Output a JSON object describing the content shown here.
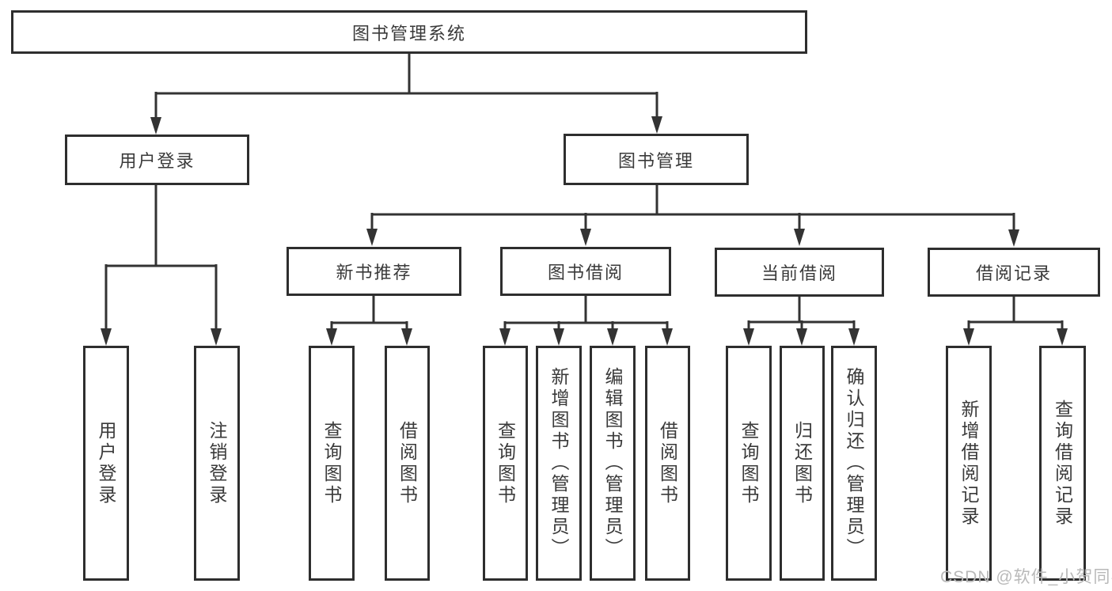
{
  "title": "图书管理系统",
  "watermark": "CSDN @软件_小贺同学",
  "tree": {
    "label": "图书管理系统",
    "children": [
      {
        "label": "用户登录",
        "children": [
          {
            "label": "用户登录"
          },
          {
            "label": "注销登录"
          }
        ]
      },
      {
        "label": "图书管理",
        "children": [
          {
            "label": "新书推荐",
            "children": [
              {
                "label": "查询图书"
              },
              {
                "label": "借阅图书"
              }
            ]
          },
          {
            "label": "图书借阅",
            "children": [
              {
                "label": "查询图书"
              },
              {
                "label": "新增图书（管理员）"
              },
              {
                "label": "编辑图书（管理员）"
              },
              {
                "label": "借阅图书"
              }
            ]
          },
          {
            "label": "当前借阅",
            "children": [
              {
                "label": "查询图书"
              },
              {
                "label": "归还图书"
              },
              {
                "label": "确认归还（管理员）"
              }
            ]
          },
          {
            "label": "借阅记录",
            "children": [
              {
                "label": "新增借阅记录"
              },
              {
                "label": "查询借阅记录"
              }
            ]
          }
        ]
      }
    ]
  }
}
